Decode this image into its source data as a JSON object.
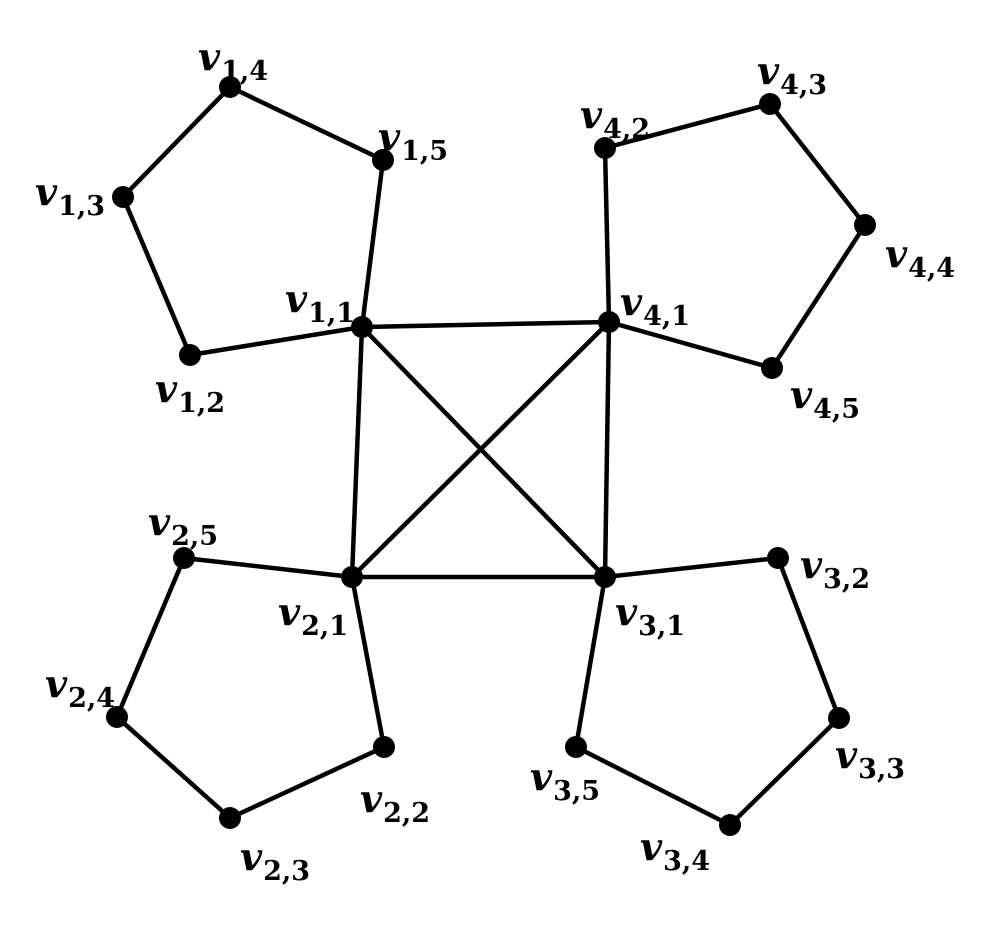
{
  "graph": {
    "vertices": [
      {
        "id": "v11",
        "var": "v",
        "sub": "1,1"
      },
      {
        "id": "v12",
        "var": "v",
        "sub": "1,2"
      },
      {
        "id": "v13",
        "var": "v",
        "sub": "1,3"
      },
      {
        "id": "v14",
        "var": "v",
        "sub": "1,4"
      },
      {
        "id": "v15",
        "var": "v",
        "sub": "1,5"
      },
      {
        "id": "v21",
        "var": "v",
        "sub": "2,1"
      },
      {
        "id": "v22",
        "var": "v",
        "sub": "2,2"
      },
      {
        "id": "v23",
        "var": "v",
        "sub": "2,3"
      },
      {
        "id": "v24",
        "var": "v",
        "sub": "2,4"
      },
      {
        "id": "v25",
        "var": "v",
        "sub": "2,5"
      },
      {
        "id": "v31",
        "var": "v",
        "sub": "3,1"
      },
      {
        "id": "v32",
        "var": "v",
        "sub": "3,2"
      },
      {
        "id": "v33",
        "var": "v",
        "sub": "3,3"
      },
      {
        "id": "v34",
        "var": "v",
        "sub": "3,4"
      },
      {
        "id": "v35",
        "var": "v",
        "sub": "3,5"
      },
      {
        "id": "v41",
        "var": "v",
        "sub": "4,1"
      },
      {
        "id": "v42",
        "var": "v",
        "sub": "4,2"
      },
      {
        "id": "v43",
        "var": "v",
        "sub": "4,3"
      },
      {
        "id": "v44",
        "var": "v",
        "sub": "4,4"
      },
      {
        "id": "v45",
        "var": "v",
        "sub": "4,5"
      }
    ],
    "edges": [
      [
        "v11",
        "v41"
      ],
      [
        "v11",
        "v21"
      ],
      [
        "v11",
        "v31"
      ],
      [
        "v41",
        "v31"
      ],
      [
        "v41",
        "v21"
      ],
      [
        "v21",
        "v31"
      ],
      [
        "v11",
        "v12"
      ],
      [
        "v12",
        "v13"
      ],
      [
        "v13",
        "v14"
      ],
      [
        "v14",
        "v15"
      ],
      [
        "v15",
        "v11"
      ],
      [
        "v21",
        "v22"
      ],
      [
        "v22",
        "v23"
      ],
      [
        "v23",
        "v24"
      ],
      [
        "v24",
        "v25"
      ],
      [
        "v25",
        "v21"
      ],
      [
        "v31",
        "v32"
      ],
      [
        "v32",
        "v33"
      ],
      [
        "v33",
        "v34"
      ],
      [
        "v34",
        "v35"
      ],
      [
        "v35",
        "v31"
      ],
      [
        "v41",
        "v42"
      ],
      [
        "v42",
        "v43"
      ],
      [
        "v43",
        "v44"
      ],
      [
        "v44",
        "v45"
      ],
      [
        "v45",
        "v41"
      ]
    ]
  }
}
